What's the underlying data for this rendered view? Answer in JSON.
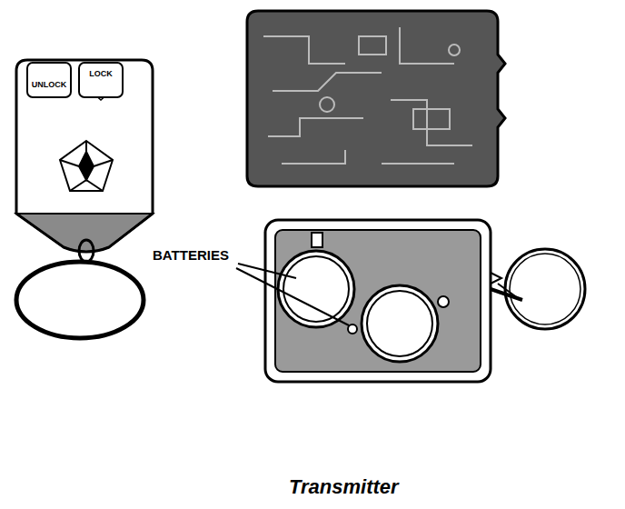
{
  "diagram": {
    "caption": "Transmitter",
    "nodes": [
      {
        "text": [
          "UNLOCK"
        ]
      },
      {
        "text": [
          "LOCK"
        ]
      }
    ],
    "labels": [
      "BATTERIES"
    ]
  }
}
